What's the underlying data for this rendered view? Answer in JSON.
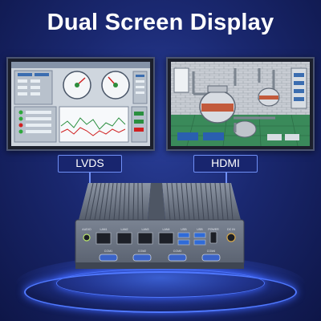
{
  "header": {
    "title": "Dual Screen Display"
  },
  "screens": {
    "left_label": "LVDS",
    "right_label": "HDMI"
  },
  "device": {
    "ports": {
      "audio": "AUDIO",
      "lan1": "LAN1",
      "lan2": "LAN2",
      "lan3": "LAN3",
      "lan4": "LAN4",
      "usb1": "USB",
      "usb2": "USB",
      "power": "POWER",
      "dc_in": "DC IN",
      "com1": "COM1",
      "com2": "COM2",
      "com3": "COM3",
      "com4": "COM4"
    }
  },
  "colors": {
    "background": "#1a2870",
    "accent": "#6f8ff5",
    "device_body": "#6b7484"
  }
}
